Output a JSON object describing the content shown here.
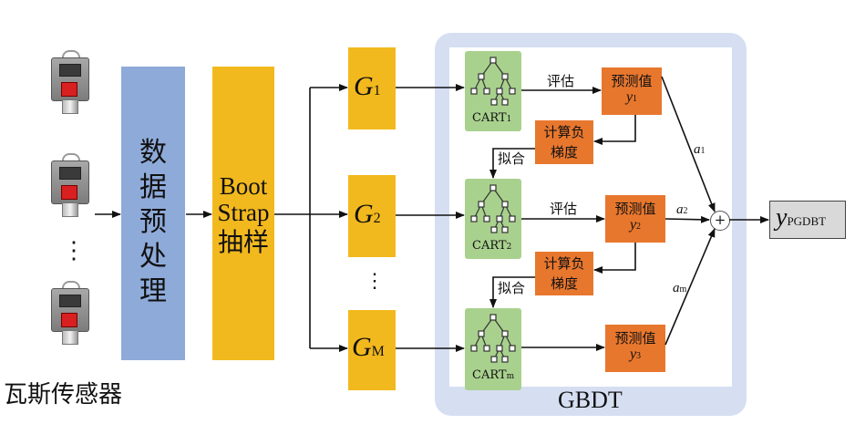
{
  "sensors": {
    "label": "瓦斯传感器",
    "ellipsis": "⋮"
  },
  "preprocess": {
    "label": "数据预处理"
  },
  "bootstrap": {
    "line1": "Boot",
    "line2": "Strap",
    "line3": "抽样"
  },
  "subsets": {
    "g1": {
      "main": "G",
      "sub": "1"
    },
    "g2": {
      "main": "G",
      "sub": "2"
    },
    "gm": {
      "main": "G",
      "sub": "M"
    },
    "ellipsis": "⋮"
  },
  "gbdt": {
    "label": "GBDT",
    "cart1": {
      "main": "CART",
      "sub": "1"
    },
    "cart2": {
      "main": "CART",
      "sub": "2"
    },
    "cartm": {
      "main": "CART",
      "sub": "m"
    },
    "evaluate1": "评估",
    "evaluate2": "评估",
    "pred1": {
      "label": "预测值",
      "main": "y",
      "sub": "1"
    },
    "pred2": {
      "label": "预测值",
      "main": "y",
      "sub": "2"
    },
    "pred3": {
      "label": "预测值",
      "main": "y",
      "sub": "3"
    },
    "grad1": {
      "line1": "计算负",
      "line2": "梯度"
    },
    "grad2": {
      "line1": "计算负",
      "line2": "梯度"
    },
    "fit1": "拟合",
    "fit2": "拟合",
    "weight1": {
      "main": "a",
      "sub": "1"
    },
    "weight2": {
      "main": "a",
      "sub": "2"
    },
    "weightm": {
      "main": "a",
      "sub": "m"
    },
    "sum": "+"
  },
  "output": {
    "main": "y",
    "sub": "PGDBT"
  },
  "colors": {
    "preprocess": "#8eaad9",
    "bootstrap": "#f2b91e",
    "subset": "#f2b91e",
    "gbdt_panel": "#d6dff2",
    "cart": "#a9d18e",
    "pred": "#e8772e",
    "grad": "#e8772e",
    "output": "#d9d9d9"
  }
}
